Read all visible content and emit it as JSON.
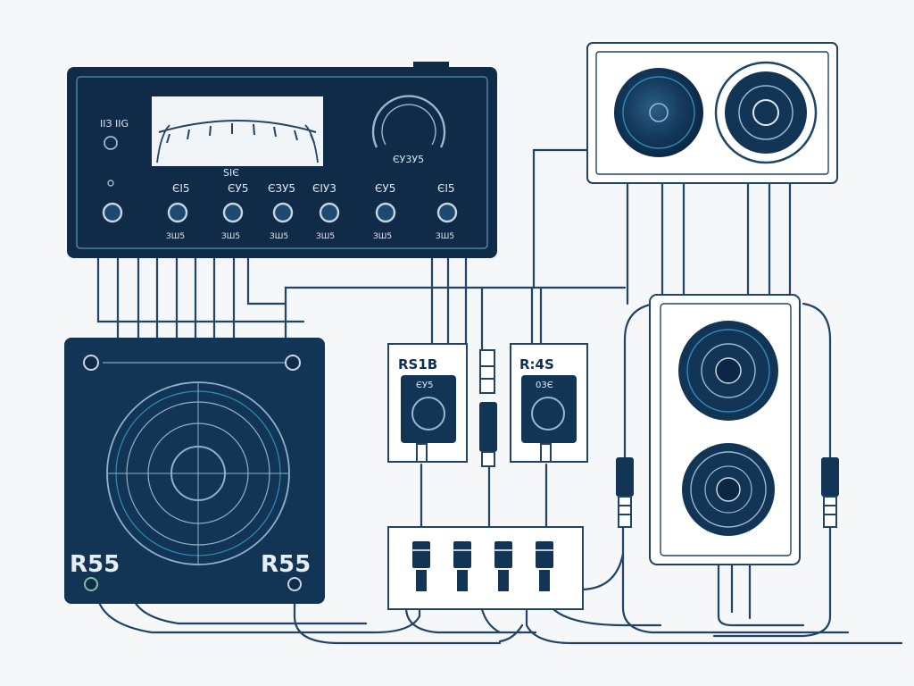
{
  "receiver": {
    "left_small_label": "ІІЗ ІІG",
    "meter_label": "SIЄ",
    "right_readout": "ЄУ3У5",
    "channel_labels": [
      "ЄI5",
      "ЄУ5",
      "ЄЗУ5",
      "ЄIУ3",
      "ЄУ5",
      "ЄI5"
    ],
    "knob_labels": [
      "ЗШ5",
      "ЗШ5",
      "ЗШ5",
      "ЗШ5",
      "ЗШ5",
      "ЗШ5"
    ]
  },
  "subwoofer": {
    "left_label": "R55",
    "right_label": "R55"
  },
  "module_left": {
    "title": "RS1B",
    "subtitle": "ЄУ5"
  },
  "module_right": {
    "title": "R:4S",
    "subtitle": "03Є"
  },
  "colors": {
    "navy": "#0f2b47",
    "stroke": "#1f4466",
    "accent": "#2e8db5",
    "background": "#f6f7f9"
  }
}
